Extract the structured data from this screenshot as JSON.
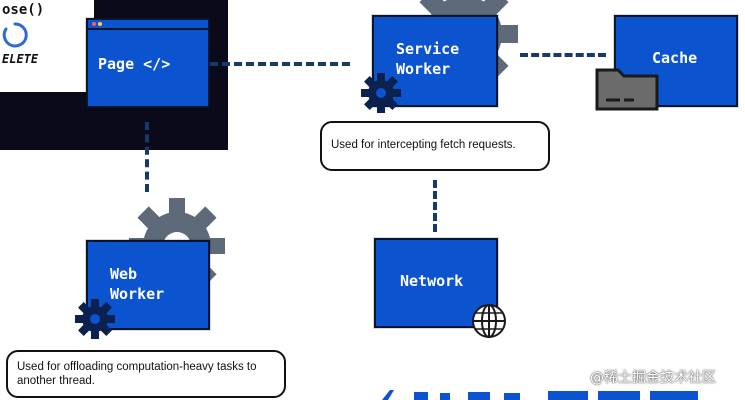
{
  "code_card": {
    "line1": "ose()",
    "line2": "ELETE"
  },
  "nodes": {
    "page": "Page </>",
    "service_worker": "Service\nWorker",
    "cache": "Cache",
    "web_worker": "Web\nWorker",
    "network": "Network"
  },
  "callouts": {
    "service_worker": "Used for intercepting fetch requests.",
    "web_worker": "Used for offloading computation-heavy tasks to another thread."
  },
  "watermark": "@稀土掘金技术社区",
  "colors": {
    "node_blue": "#0b53cf",
    "node_border": "#08152f",
    "gear_gray": "#5e6a7a",
    "panel_dark": "#0a0a1a",
    "connector": "#163a6b"
  },
  "icons": [
    "gear-icon",
    "folder-icon",
    "globe-icon",
    "code-icon"
  ]
}
